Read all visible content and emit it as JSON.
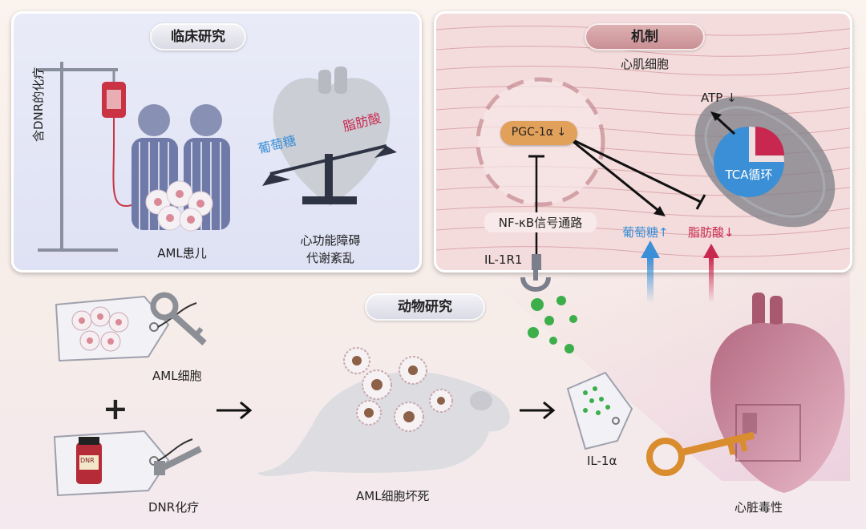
{
  "clinical": {
    "title": "临床研究",
    "chemo_label": "含DNR的化疗",
    "patients_label": "AML患儿",
    "glucose_label": "葡萄糖",
    "fatty_acid_label": "脂肪酸",
    "outcome_line1": "心功能障碍",
    "outcome_line2": "代谢紊乱"
  },
  "mechanism": {
    "title": "机制",
    "cell_label": "心肌细胞",
    "pgc_label": "PGC-1α ↓",
    "atp_label": "ATP ↓",
    "tca_label": "TCA循环",
    "nfkb_label": "NF-κB信号通路",
    "il1r1_label": "IL-1R1",
    "glucose_label": "葡萄糖↑",
    "fatty_acid_label": "脂肪酸↓"
  },
  "animal": {
    "title": "动物研究",
    "aml_cells_label": "AML细胞",
    "plus": "+",
    "dnr_chemo_label": "DNR化疗",
    "necrosis_label": "AML细胞坏死",
    "il1a_label": "IL-1α",
    "cardiotoxicity_label": "心脏毒性",
    "dnr_bottle_label": "DNR"
  },
  "colors": {
    "glucose": "#3a8fd6",
    "fatty_acid": "#c8284f",
    "pgc_fill": "#e2a15a",
    "tca_fill": "#3a8fd6",
    "il1a_dots": "#3cae4a",
    "key_gold": "#d98d2f"
  }
}
